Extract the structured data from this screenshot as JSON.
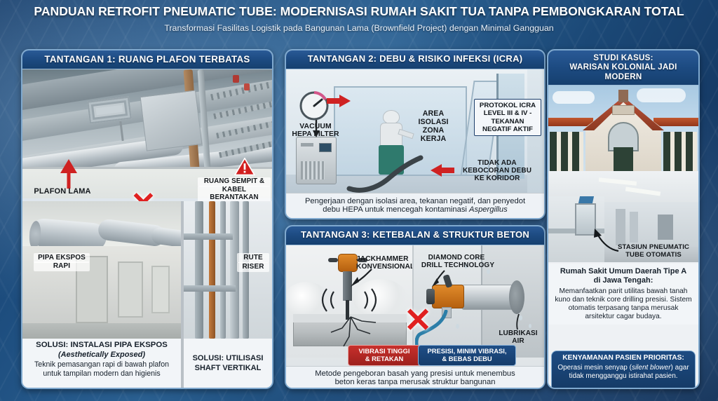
{
  "header": {
    "title": "PANDUAN RETROFIT PNEUMATIC TUBE: MODERNISASI RUMAH SAKIT TUA TANPA PEMBONGKARAN TOTAL",
    "subtitle": "Transformasi Fasilitas Logistik pada Bangunan Lama (Brownfield Project) dengan Minimal Gangguan",
    "accent_blue": "#1d4b82",
    "accent_red": "#c8302c",
    "panel_border": "#7fa9cf"
  },
  "panel1": {
    "head": "TANTANGAN 1: RUANG PLAFON TERBATAS",
    "label_plafon": "PLAFON LAMA",
    "label_warning": "RUANG SEMPIT &\nKABEL BERANTAKAN",
    "label_warning_line1": "RUANG SEMPIT &",
    "label_warning_line2": "KABEL BERANTAKAN",
    "label_pipa": "PIPA EKSPOS",
    "label_pipa_line2": "RAPI",
    "label_riser_line1": "RUTE",
    "label_riser_line2": "RISER",
    "cross_mark": "✕",
    "warning_glyph": "!",
    "caption_title": "SOLUSI: INSTALASI PIPA EKSPOS",
    "caption_title_italic": "(Aesthetically Exposed)",
    "caption_body_line1": "Teknik pemasangan rapi di bawah plafon",
    "caption_body_line2": "untuk tampilan modern dan higienis",
    "caption_right_line1": "SOLUSI: UTILISASI",
    "caption_right_line2": "SHAFT VERTIKAL"
  },
  "panel2": {
    "head": "TANTANGAN 2: DEBU & RISIKO INFEKSI (ICRA)",
    "label_vacuum_line1": "VACUUM",
    "label_vacuum_line2": "HEPA FILTER",
    "label_area_line1": "AREA",
    "label_area_line2": "ISOLASI",
    "label_area_line3": "ZONA",
    "label_area_line4": "KERJA",
    "callout_icra_line1": "PROTOKOL ICRA",
    "callout_icra_line2": "LEVEL III & IV -",
    "callout_icra_line3": "TEKANAN",
    "callout_icra_line4": "NEGATIF AKTIF",
    "label_leak_line1": "TIDAK ADA",
    "label_leak_line2": "KEBOCORAN DEBU",
    "label_leak_line3": "KE KORIDOR",
    "caption_line1": "Pengerjaan dengan isolasi area, tekanan negatif, dan penyedot",
    "caption_line2_a": "debu HEPA untuk mencegah kontaminasi ",
    "caption_line2_italic": "Aspergillus"
  },
  "panel3": {
    "head": "TANTANGAN 3: KETEBALAN & STRUKTUR BETON",
    "label_jack_line1": "JACKHAMMER",
    "label_jack_line2": "KONVENSIONAL",
    "label_diamond_line1": "DIAMOND CORE",
    "label_diamond_line2": "DRILL TECHNOLOGY",
    "label_lub_line1": "LUBRIKASI",
    "label_lub_line2": "AIR",
    "cross_mark": "✕",
    "tag_red_line1": "VIBRASI TINGGI",
    "tag_red_line2": "& RETAKAN",
    "tag_blue_line1": "PRESISI, MINIM VIBRASI,",
    "tag_blue_line2": "& BEBAS DEBU",
    "caption_line1": "Metode pengeboran basah yang presisi untuk menembus",
    "caption_line2": "beton keras tanpa merusak struktur bangunan"
  },
  "panel4": {
    "head_line1": "STUDI KASUS:",
    "head_line2": "WARISAN KOLONIAL JADI MODERN",
    "label_station_line1": "STASIUN PNEUMATIC",
    "label_station_line2": "TUBE OTOMATIS",
    "case_title_line1": "Rumah Sakit Umum Daerah Tipe A",
    "case_title_line2": "di Jawa Tengah:",
    "case_body_line1": "Memanfaatkan parit utilitas bawah tanah",
    "case_body_line2": "kuno dan teknik core drilling presisi. Sistem",
    "case_body_line3": "otomatis terpasang tanpa merusak",
    "case_body_line4": "arsitektur cagar budaya.",
    "note_title": "KENYAMANAN PASIEN PRIORITAS:",
    "note_body_line1_a": "Operasi mesin senyap (",
    "note_body_italic": "silent blower",
    "note_body_line1_b": ") agar",
    "note_body_line2": "tidak mengganggu istirahat pasien."
  }
}
